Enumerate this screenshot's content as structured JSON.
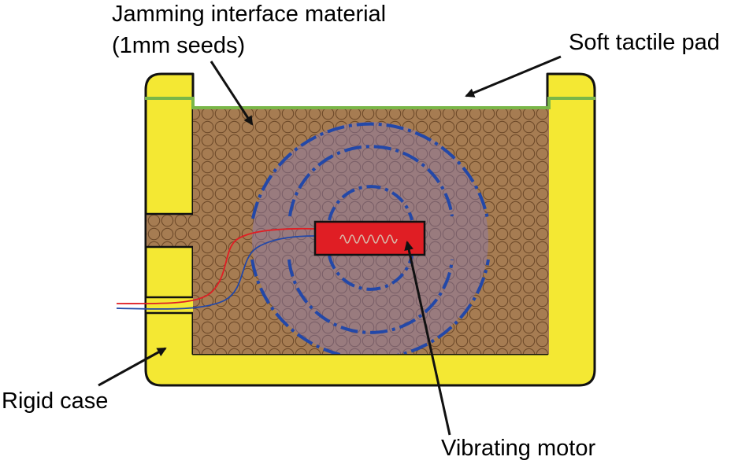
{
  "labels": {
    "jamming_line1": "Jamming interface material",
    "jamming_line2": "(1mm seeds)",
    "soft_pad": "Soft tactile pad",
    "rigid_case": "Rigid case",
    "motor": "Vibrating motor"
  },
  "colors": {
    "case_fill": "#f4e833",
    "seed_fill": "#a67c52",
    "seed_stroke": "#6e4a2a",
    "pad_line": "#7ab648",
    "motor_fill": "#e01e24",
    "wave_stroke": "#2348a8",
    "wave_fill": "#8a7bb4",
    "wire_red": "#e01e24",
    "wire_blue": "#2348a8",
    "outline": "#111111"
  }
}
